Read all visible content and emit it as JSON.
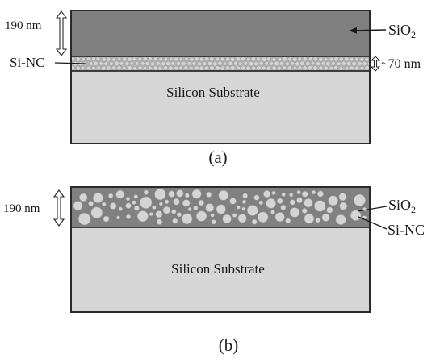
{
  "panel_a": {
    "caption": "(a)",
    "thickness_top": "190 nm",
    "thickness_nc": "~70 nm",
    "label_oxide_base": "SiO",
    "label_oxide_sub": "2",
    "label_nc": "Si-NC",
    "substrate": "Silicon Substrate"
  },
  "panel_b": {
    "caption": "(b)",
    "thickness": "190 nm",
    "label_oxide_base": "SiO",
    "label_oxide_sub": "2",
    "label_nc": "Si-NC",
    "substrate": "Silicon Substrate"
  },
  "colors": {
    "oxide": "#808080",
    "nc_layer": "#b8b8b8",
    "substrate": "#d6d6d6",
    "outline": "#2a2a2a",
    "particle": "#d2d2d2"
  }
}
